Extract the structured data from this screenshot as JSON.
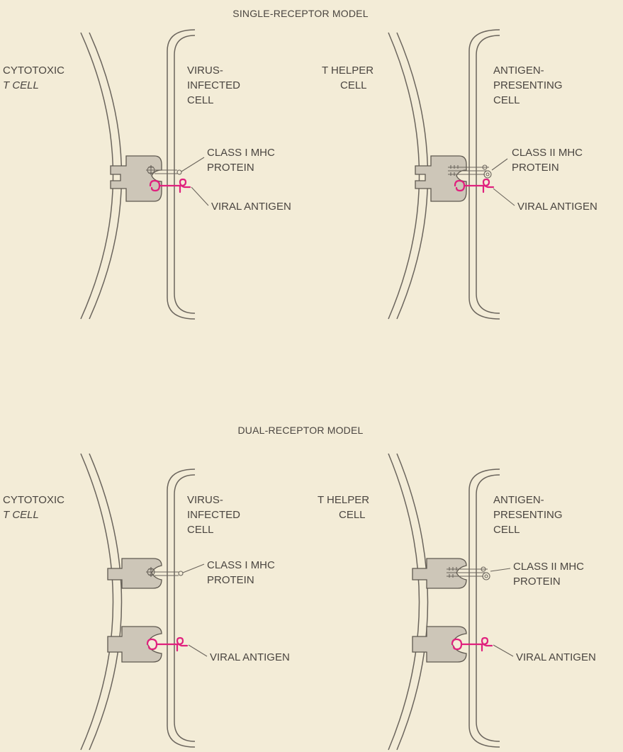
{
  "titles": {
    "single": "SINGLE-RECEPTOR MODEL",
    "dual": "DUAL-RECEPTOR MODEL"
  },
  "labels": {
    "cytotoxic": [
      "CYTOTOXIC",
      "T CELL"
    ],
    "virus_infected": [
      "VIRUS-",
      "INFECTED",
      "CELL"
    ],
    "t_helper": [
      "T HELPER",
      "CELL"
    ],
    "antigen_presenting": [
      "ANTIGEN-",
      "PRESENTING",
      "CELL"
    ],
    "class1": [
      "CLASS I MHC",
      "PROTEIN"
    ],
    "class2": [
      "CLASS II MHC",
      "PROTEIN"
    ],
    "viral_antigen": "VIRAL ANTIGEN"
  },
  "colors": {
    "background": "#f3ecd7",
    "antigen": "#e0207d",
    "receptor_fill": "#cdc6b8",
    "line": "#6b655d",
    "text": "#4a4540"
  }
}
